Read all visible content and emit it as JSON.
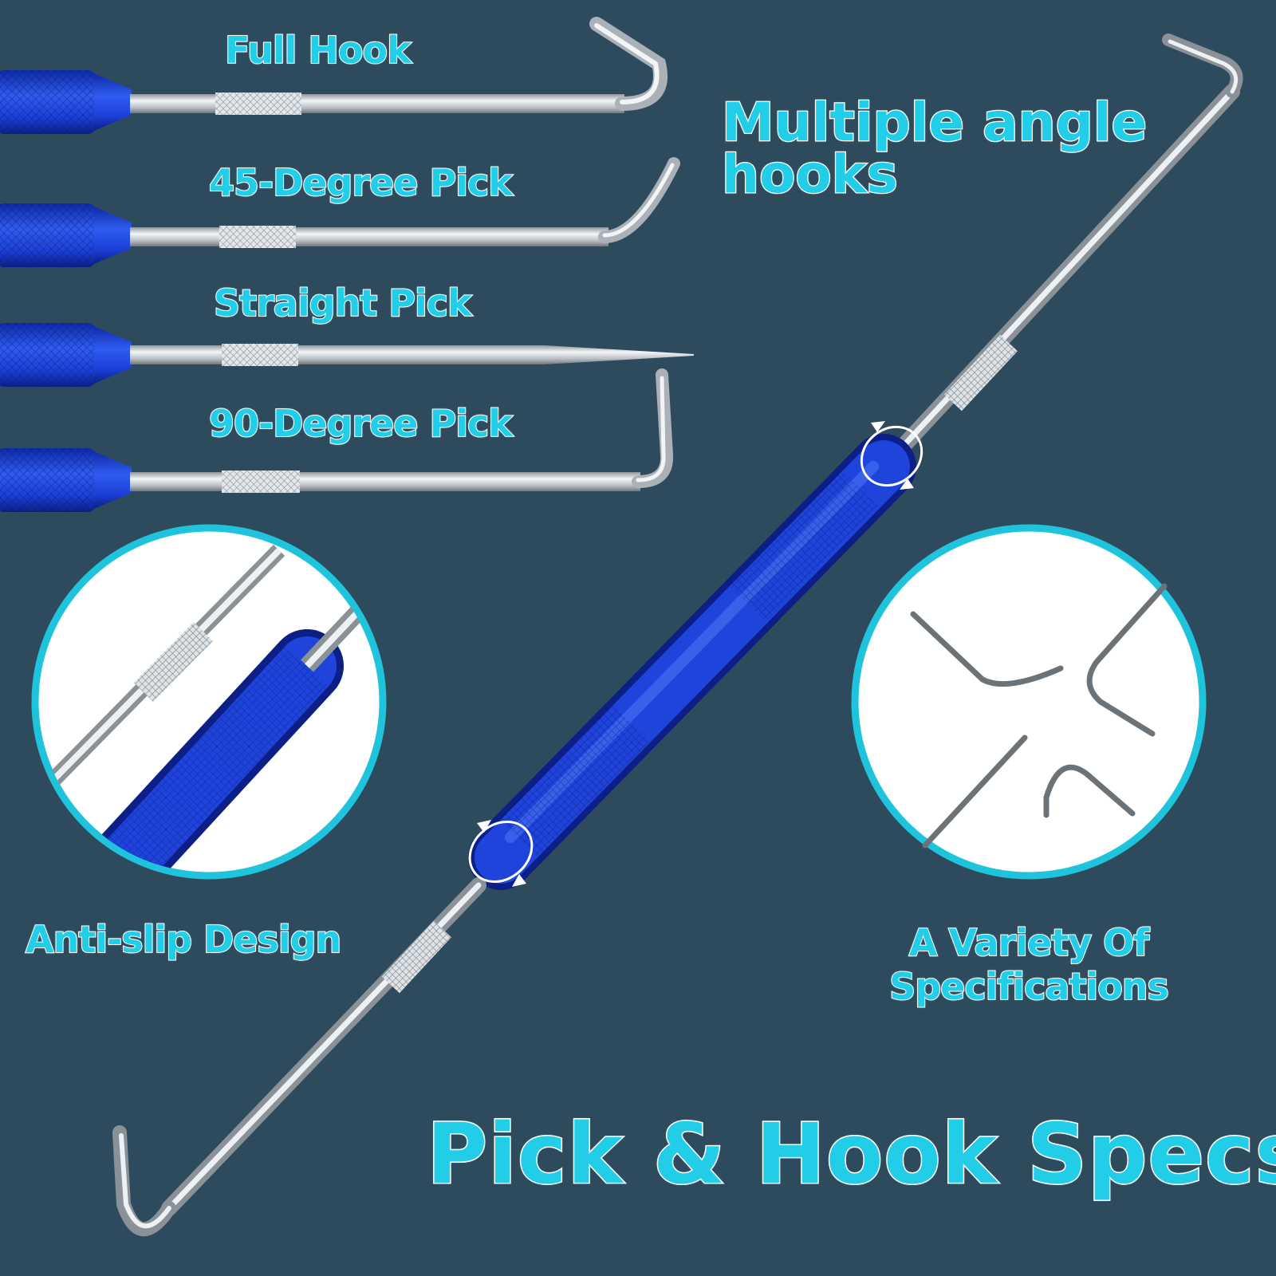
{
  "labels": {
    "full_hook": "Full Hook",
    "pick_45": "45-Degree Pick",
    "straight_pick": "Straight Pick",
    "pick_90": "90-Degree Pick",
    "headline_line1": "Multiple angle",
    "headline_line2": "hooks",
    "anti_slip": "Anti-slip Design",
    "variety_line1": "A Variety Of",
    "variety_line2": "Specifications",
    "title": "Pick & Hook Specs"
  },
  "colors": {
    "background": "#2e4b5e",
    "label_fill": "#22cde8",
    "label_outline": "#ffffff",
    "handle_blue": "#1b3fd6",
    "steel": "#c9ced3",
    "circle_ring": "#1fc4dc"
  }
}
